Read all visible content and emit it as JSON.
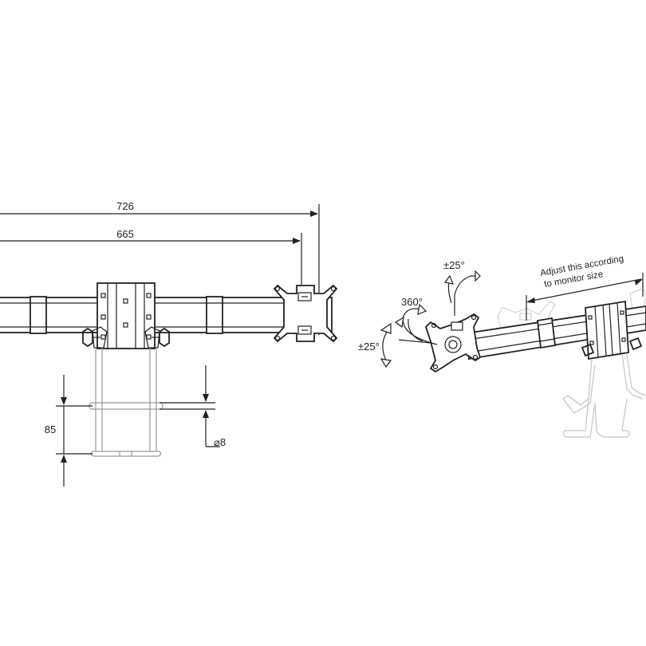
{
  "dimensions": {
    "overall_length": "726",
    "arm_length": "665",
    "clamp_height": "85",
    "rod_diameter": "⌀8"
  },
  "motion": {
    "tilt_top": "±25°",
    "rotation": "360°",
    "swivel": "±25°"
  },
  "note": {
    "line1": "Adjust this according",
    "line2": "to monitor size"
  }
}
